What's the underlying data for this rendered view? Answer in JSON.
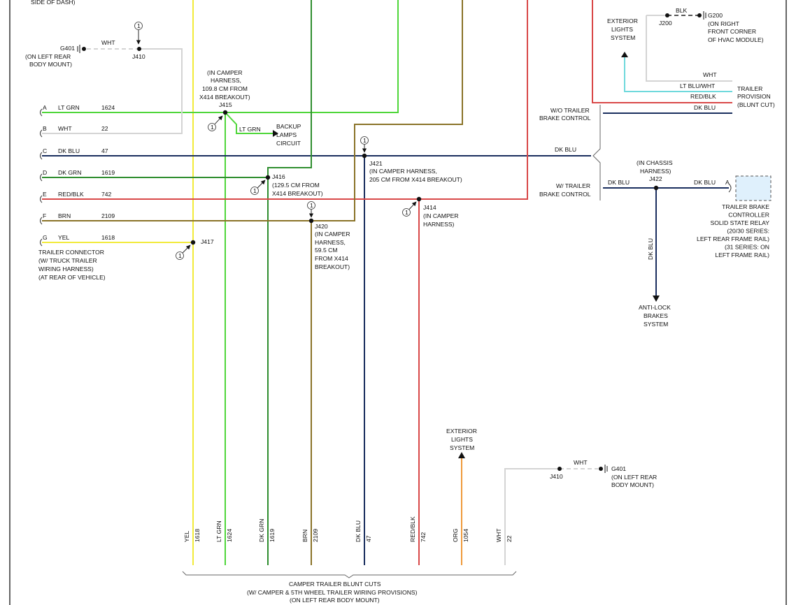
{
  "colors": {
    "yel": "#f2ea3a",
    "ltgrn": "#4fd63a",
    "dkgrn": "#2f8e2f",
    "brn": "#8a7328",
    "dkblu": "#1a2e5e",
    "redblk": "#d94848",
    "org": "#ef9a3b",
    "wht": "#d4d4d4",
    "ltbluwht": "#6fd9dc",
    "frame": "#333333"
  },
  "top_left": {
    "partial_note": "SIDE OF DASH)",
    "g401_label": "G401",
    "g401_note": [
      "(ON LEFT REAR",
      "BODY MOUNT)"
    ],
    "wire_wht": "WHT",
    "j410": "J410",
    "ref1": "1"
  },
  "connector": {
    "pins": [
      {
        "pin": "A",
        "color": "LT GRN",
        "circuit": "1624"
      },
      {
        "pin": "B",
        "color": "WHT",
        "circuit": "22"
      },
      {
        "pin": "C",
        "color": "DK BLU",
        "circuit": "47"
      },
      {
        "pin": "D",
        "color": "DK GRN",
        "circuit": "1619"
      },
      {
        "pin": "E",
        "color": "RED/BLK",
        "circuit": "742"
      },
      {
        "pin": "F",
        "color": "BRN",
        "circuit": "2109"
      },
      {
        "pin": "G",
        "color": "YEL",
        "circuit": "1618"
      }
    ],
    "caption": [
      "TRAILER CONNECTOR",
      "(W/ TRUCK TRAILER",
      "WIRING HARNESS)",
      "(AT REAR OF VEHICLE)"
    ]
  },
  "splices": {
    "j415": {
      "label": "J415",
      "note": [
        "(IN CAMPER",
        "HARNESS,",
        "109.8 CM FROM",
        "X414 BREAKOUT)"
      ]
    },
    "j416": {
      "label": "J416",
      "note": [
        "(129.5 CM FROM",
        "X414 BREAKOUT)"
      ]
    },
    "j417": {
      "label": "J417"
    },
    "j420": {
      "label": "J420",
      "note": [
        "(IN CAMPER",
        "HARNESS,",
        "59.5 CM",
        "FROM X414",
        "BREAKOUT)"
      ]
    },
    "j421": {
      "label": "J421",
      "note": [
        "(IN CAMPER HARNESS,",
        "205 CM FROM X414 BREAKOUT)"
      ]
    },
    "j414": {
      "label": "J414",
      "note": [
        "(IN CAMPER",
        "HARNESS)"
      ]
    }
  },
  "backup": {
    "wire": "LT GRN",
    "label": [
      "BACKUP",
      "LAMPS",
      "CIRCUIT"
    ]
  },
  "right_top": {
    "ext_lights": [
      "EXTERIOR",
      "LIGHTS",
      "SYSTEM"
    ],
    "blk": "BLK",
    "j200": "J200",
    "g200": "G200",
    "g200_note": [
      "(ON RIGHT",
      "FRONT CORNER",
      "OF HVAC MODULE)"
    ],
    "wht": "WHT",
    "ltbluwht": "LT BLU/WHT",
    "redblk": "RED/BLK",
    "dkblu": "DK BLU",
    "provision": [
      "TRAILER",
      "PROVISION",
      "(BLUNT CUT)"
    ]
  },
  "brake": {
    "wo_label": [
      "W/O TRAILER",
      "BRAKE CONTROL"
    ],
    "w_label": [
      "W/ TRAILER",
      "BRAKE CONTROL"
    ],
    "dkblu": "DK BLU",
    "j422_note": [
      "(IN CHASSIS",
      "HARNESS)"
    ],
    "j422": "J422",
    "pin_a": "A",
    "relay": [
      "TRAILER BRAKE",
      "CONTROLLER",
      "SOLID STATE RELAY",
      "(20/30 SERIES:",
      "LEFT REAR FRAME RAIL)",
      "(31 SERIES: ON",
      "LEFT FRAME RAIL)"
    ],
    "abs": [
      "ANTI-LOCK",
      "BRAKES",
      "SYSTEM"
    ]
  },
  "bottom": {
    "ext_lights": [
      "EXTERIOR",
      "LIGHTS",
      "SYSTEM"
    ],
    "j410": "J410",
    "wht": "WHT",
    "g401": "G401",
    "g401_note": [
      "(ON LEFT REAR",
      "BODY MOUNT)"
    ],
    "blunt_cuts": [
      {
        "color": "YEL",
        "circuit": "1618"
      },
      {
        "color": "LT GRN",
        "circuit": "1624"
      },
      {
        "color": "DK GRN",
        "circuit": "1619"
      },
      {
        "color": "BRN",
        "circuit": "2109"
      },
      {
        "color": "DK BLU",
        "circuit": "47"
      },
      {
        "color": "RED/BLK",
        "circuit": "742"
      },
      {
        "color": "ORG",
        "circuit": "1054"
      },
      {
        "color": "WHT",
        "circuit": "22"
      }
    ],
    "caption": [
      "CAMPER TRAILER BLUNT CUTS",
      "(W/ CAMPER & 5TH WHEEL TRAILER WIRING PROVISIONS)",
      "(ON LEFT REAR BODY MOUNT)"
    ]
  }
}
